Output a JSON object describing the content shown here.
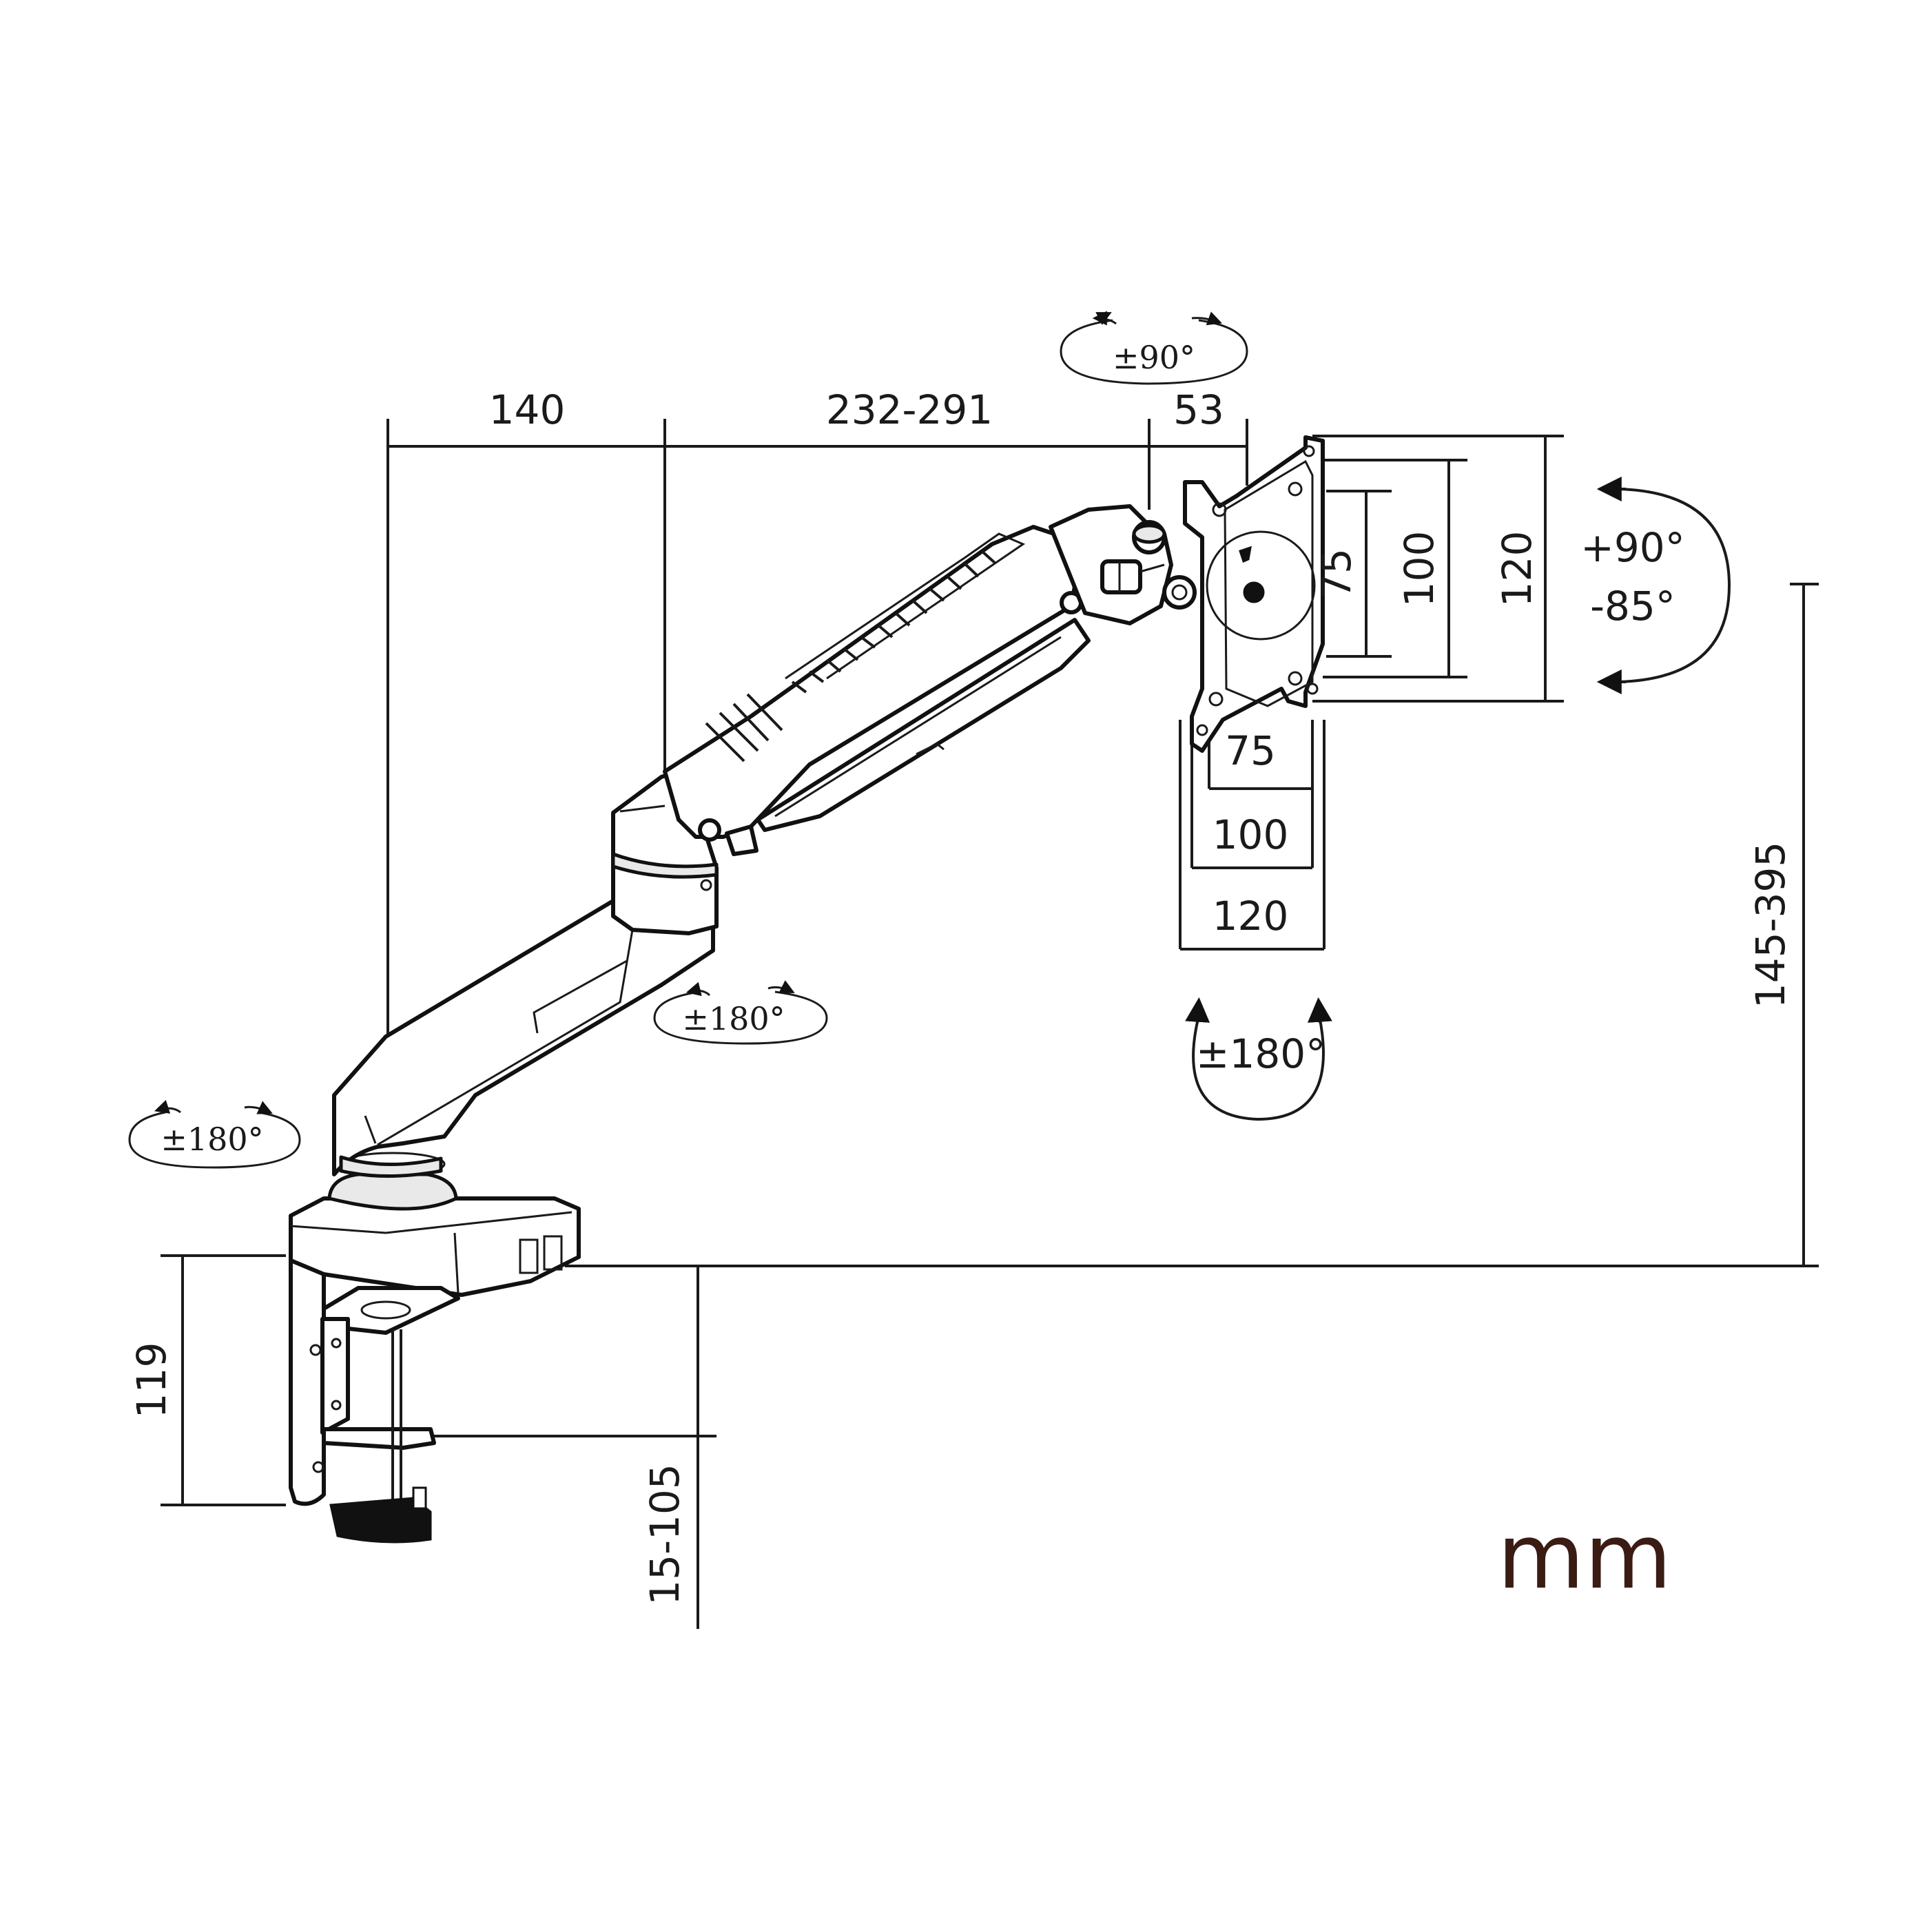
{
  "dimensions": {
    "base_offset": "140",
    "arm_length": "232-291",
    "head_offset": "53",
    "vesa_v_small": "75",
    "vesa_v_mid": "100",
    "vesa_v_large": "120",
    "vesa_h_small": "75",
    "vesa_h_mid": "100",
    "vesa_h_large": "120",
    "height_range": "145-395",
    "clamp_height": "119",
    "desk_thickness": "15-105"
  },
  "rotations": {
    "top_swivel": "±90°",
    "tilt_up": "+90°",
    "tilt_down": "-85°",
    "elbow_swivel": "±180°",
    "base_swivel": "±180°",
    "screen_rotation": "±180°"
  },
  "unit": "mm"
}
